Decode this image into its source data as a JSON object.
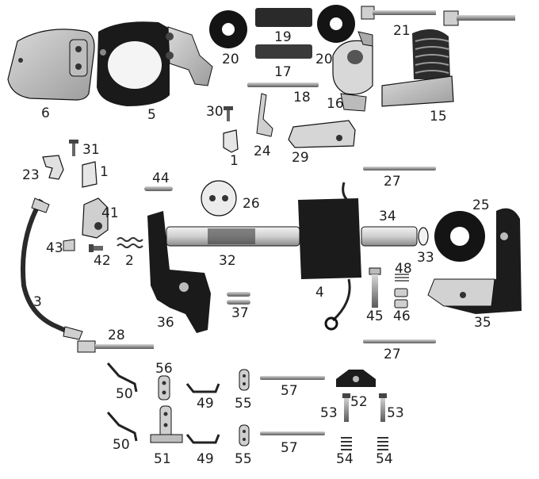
{
  "diagram": {
    "title": "",
    "parts": [
      {
        "id": "p1a",
        "label": "1"
      },
      {
        "id": "p1b",
        "label": "1"
      },
      {
        "id": "p2",
        "label": "2"
      },
      {
        "id": "p3",
        "label": "3"
      },
      {
        "id": "p4",
        "label": "4"
      },
      {
        "id": "p5",
        "label": "5"
      },
      {
        "id": "p6",
        "label": "6"
      },
      {
        "id": "p15",
        "label": "15"
      },
      {
        "id": "p16",
        "label": "16"
      },
      {
        "id": "p17",
        "label": "17"
      },
      {
        "id": "p18",
        "label": "18"
      },
      {
        "id": "p19",
        "label": "19"
      },
      {
        "id": "p20a",
        "label": "20"
      },
      {
        "id": "p20b",
        "label": "20"
      },
      {
        "id": "p21",
        "label": "21"
      },
      {
        "id": "p23",
        "label": "23"
      },
      {
        "id": "p24",
        "label": "24"
      },
      {
        "id": "p25",
        "label": "25"
      },
      {
        "id": "p26",
        "label": "26"
      },
      {
        "id": "p27a",
        "label": "27"
      },
      {
        "id": "p27b",
        "label": "27"
      },
      {
        "id": "p28",
        "label": "28"
      },
      {
        "id": "p29",
        "label": "29"
      },
      {
        "id": "p30",
        "label": "30"
      },
      {
        "id": "p31",
        "label": "31"
      },
      {
        "id": "p32",
        "label": "32"
      },
      {
        "id": "p33",
        "label": "33"
      },
      {
        "id": "p34",
        "label": "34"
      },
      {
        "id": "p35",
        "label": "35"
      },
      {
        "id": "p36",
        "label": "36"
      },
      {
        "id": "p37",
        "label": "37"
      },
      {
        "id": "p41",
        "label": "41"
      },
      {
        "id": "p42",
        "label": "42"
      },
      {
        "id": "p43",
        "label": "43"
      },
      {
        "id": "p44",
        "label": "44"
      },
      {
        "id": "p45",
        "label": "45"
      },
      {
        "id": "p46",
        "label": "46"
      },
      {
        "id": "p48",
        "label": "48"
      },
      {
        "id": "p49a",
        "label": "49"
      },
      {
        "id": "p49b",
        "label": "49"
      },
      {
        "id": "p50a",
        "label": "50"
      },
      {
        "id": "p50b",
        "label": "50"
      },
      {
        "id": "p51",
        "label": "51"
      },
      {
        "id": "p52",
        "label": "52"
      },
      {
        "id": "p53a",
        "label": "53"
      },
      {
        "id": "p53b",
        "label": "53"
      },
      {
        "id": "p54a",
        "label": "54"
      },
      {
        "id": "p54b",
        "label": "54"
      },
      {
        "id": "p55a",
        "label": "55"
      },
      {
        "id": "p55b",
        "label": "55"
      },
      {
        "id": "p56",
        "label": "56"
      },
      {
        "id": "p57a",
        "label": "57"
      },
      {
        "id": "p57b",
        "label": "57"
      }
    ]
  },
  "colors": {
    "background": "#ffffff",
    "ink": "#1e1e1e",
    "dark_part": "#1a1a1a",
    "metal_light": "#e6e6e6",
    "metal_mid": "#bdbdbd",
    "metal_dark": "#7a7a7a"
  }
}
